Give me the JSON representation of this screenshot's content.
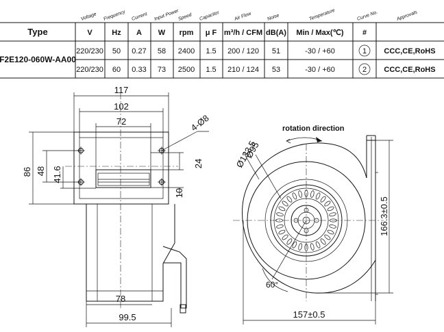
{
  "table": {
    "headers": {
      "type": "Type",
      "rotated": [
        "Voltage",
        "Frequency",
        "Current",
        "Input Power",
        "Speed",
        "Capacitor",
        "Air Flow",
        "Noise",
        "Temperature",
        "Curve No.",
        "Approvals"
      ],
      "units": [
        "V",
        "Hz",
        "A",
        "W",
        "rpm",
        "μ F",
        "m³/h / CFM",
        "dB(A)",
        "Min / Max(℃)",
        "#",
        ""
      ]
    },
    "model": "F2E120-060W-AA00",
    "rows": [
      {
        "voltage": "220/230",
        "frequency": "50",
        "current": "0.27",
        "power": "58",
        "speed": "2400",
        "capacitor": "1.5",
        "airflow": "200 / 120",
        "noise": "51",
        "temperature": "-30 / +60",
        "curve": "1",
        "approvals": "CCC,CE,RoHS"
      },
      {
        "voltage": "220/230",
        "frequency": "60",
        "current": "0.33",
        "power": "73",
        "speed": "2500",
        "capacitor": "1.5",
        "airflow": "210 / 124",
        "noise": "53",
        "temperature": "-30 / +60",
        "curve": "2",
        "approvals": "CCC,CE,RoHS"
      }
    ]
  },
  "drawing": {
    "front": {
      "w117": "117",
      "w102": "102",
      "w72": "72",
      "holes": "4-Ø8",
      "h86": "86",
      "h48": "48",
      "h41_6": "41.6",
      "h24": "24",
      "h10": "10",
      "b78": "78",
      "b99_5": "99.5"
    },
    "side": {
      "rotation": "rotation direction",
      "d95": "Ø95",
      "d133_5": "Ø133.5",
      "h166": "166.3±0.5",
      "w157": "157±0.5",
      "angle": "60°"
    }
  }
}
